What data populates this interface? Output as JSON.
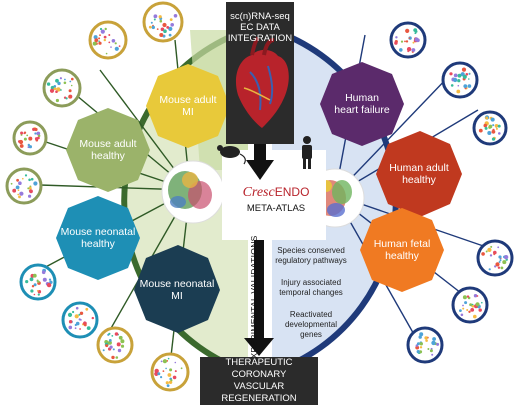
{
  "top_box": {
    "lines": [
      "sc(n)RNA-seq",
      "EC DATA",
      "INTEGRATION"
    ]
  },
  "center": {
    "logo_part1": "Cres",
    "logo_part2": "c",
    "logo_part3": "ENDO",
    "subtitle": "META-ATLAS"
  },
  "mouse_conditions": [
    {
      "lines": [
        "Mouse adult",
        "MI"
      ],
      "color": "#e8c93a"
    },
    {
      "lines": [
        "Mouse adult",
        "healthy"
      ],
      "color": "#9bb36a"
    },
    {
      "lines": [
        "Mouse neonatal",
        "healthy"
      ],
      "color": "#1e8fb5"
    },
    {
      "lines": [
        "Mouse neonatal",
        "MI"
      ],
      "color": "#1b3d52"
    }
  ],
  "human_conditions": [
    {
      "lines": [
        "Human",
        "heart failure"
      ],
      "color": "#5b2a6b"
    },
    {
      "lines": [
        "Human adult",
        "healthy"
      ],
      "color": "#c0391f"
    },
    {
      "lines": [
        "Human fetal",
        "healthy"
      ],
      "color": "#f07a22"
    }
  ],
  "findings": [
    [
      "Species conserved",
      "regulatory pathways"
    ],
    [
      "Injury associated",
      "temporal changes"
    ],
    [
      "Reactivated",
      "developmental",
      "genes"
    ]
  ],
  "vertical_label": "EXPERIMENTAL VALIDATIONS",
  "bottom_box": {
    "lines": [
      "THERAPEUTIC CORONARY",
      "VASCULAR",
      "REGENERATION"
    ]
  },
  "icons": [
    "heart-icon",
    "mouse-icon",
    "human-icon",
    "umap-icon"
  ],
  "colors": {
    "mouse_arc": "#3a6b2f",
    "mouse_fill": "#dfe9c8",
    "human_arc": "#1f3a7a",
    "human_fill": "#d7e2f3",
    "dark_box": "#2b2b2b"
  }
}
